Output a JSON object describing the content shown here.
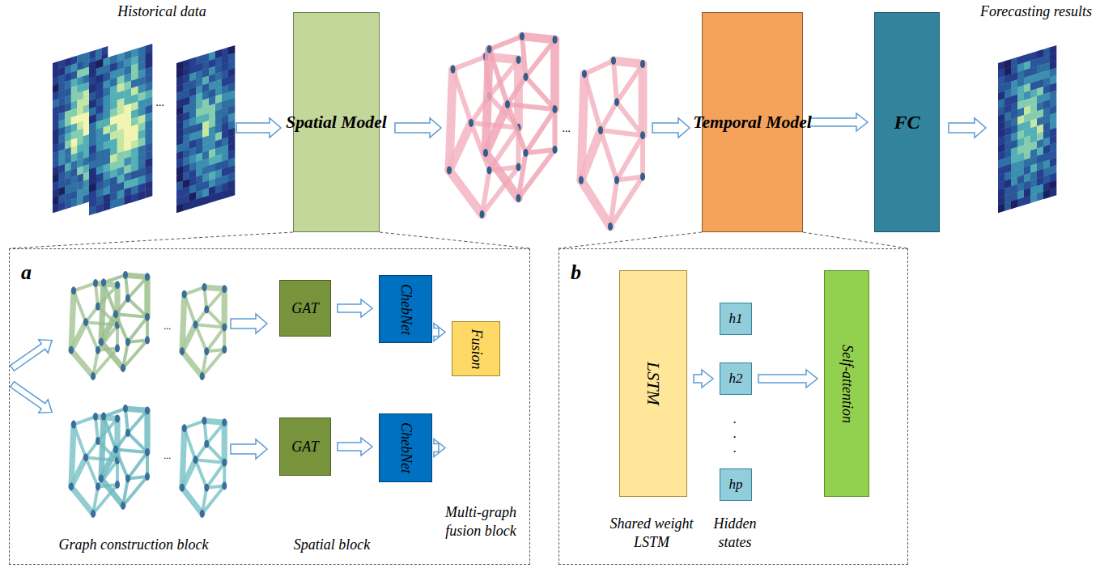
{
  "diagram": {
    "nodes": [
      {
        "text": [
          "Spatial Model"
        ]
      },
      {
        "text": [
          "Temporal Model"
        ]
      },
      {
        "text": [
          "FC"
        ]
      },
      {
        "text": [
          "a"
        ]
      },
      {
        "text": [
          "GAT"
        ],
        "in": 3
      },
      {
        "text": [
          "ChebNet"
        ],
        "in": 3
      },
      {
        "text": [
          "Fusion"
        ],
        "in": 3
      },
      {
        "text": [
          "GAT"
        ],
        "in": 3
      },
      {
        "text": [
          "ChebNet"
        ],
        "in": 3
      },
      {
        "text": [
          "b"
        ]
      },
      {
        "text": [
          "LSTM"
        ],
        "in": 9
      },
      {
        "text": [
          "h1"
        ],
        "in": 9
      },
      {
        "text": [
          "h2"
        ],
        "in": 9
      },
      {
        "text": [
          "hp"
        ],
        "in": 9
      },
      {
        "text": [
          "Self-attention"
        ],
        "in": 9
      }
    ],
    "edges": [
      {
        "from": 1,
        "to": 2,
        "arrow": "to"
      },
      {
        "from": 4,
        "to": 5,
        "arrow": "to"
      },
      {
        "from": 7,
        "to": 8,
        "arrow": "to"
      },
      {
        "from": 5,
        "to": 6,
        "arrow": "to"
      },
      {
        "from": 8,
        "to": 6,
        "arrow": "to"
      },
      {
        "from": 10,
        "to": 12,
        "arrow": "to"
      },
      {
        "from": 12,
        "to": 14,
        "arrow": "to"
      }
    ],
    "labels": [
      "Historical data",
      "Forecasting results",
      "...",
      "...",
      "...",
      "...",
      "Graph construction block",
      "Spatial block",
      "Multi-graph fusion block",
      "Shared weight LSTM",
      "Hidden states",
      ".",
      ".",
      "."
    ]
  }
}
